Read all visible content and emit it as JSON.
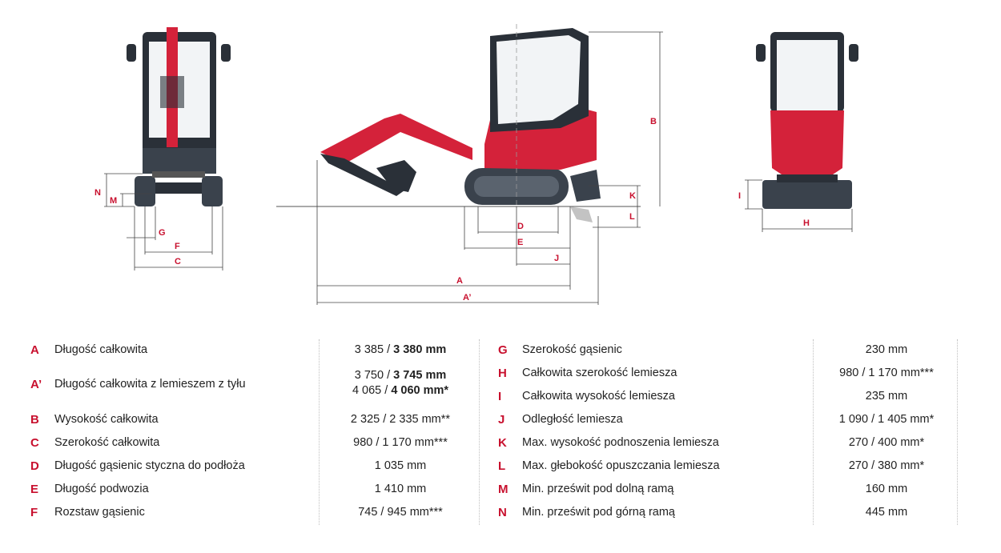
{
  "diagram_labels": {
    "A": "A",
    "A_prime": "A’",
    "B": "B",
    "C": "C",
    "D": "D",
    "E": "E",
    "F": "F",
    "G": "G",
    "H": "H",
    "I": "I",
    "J": "J",
    "K": "K",
    "L": "L",
    "M": "M",
    "N": "N"
  },
  "colors": {
    "accent": "#c8102e",
    "machine_red": "#d4223a",
    "machine_dark": "#2a3038"
  },
  "specs_left": [
    {
      "letter": "A",
      "label": "Długość całkowita",
      "value_normal": "3 385 / ",
      "value_bold": "3 380 mm",
      "value2_normal": "",
      "value2_bold": ""
    },
    {
      "letter": "A’",
      "label": "Długość całkowita z lemieszem z tyłu",
      "value_normal": "3 750 / ",
      "value_bold": "3 745 mm",
      "value2_normal": "4 065 / ",
      "value2_bold": "4 060 mm*"
    },
    {
      "letter": "B",
      "label": "Wysokość całkowita",
      "value_normal": "2 325 / 2 335 mm**",
      "value_bold": "",
      "value2_normal": "",
      "value2_bold": ""
    },
    {
      "letter": "C",
      "label": "Szerokość całkowita",
      "value_normal": "980 / 1 170 mm***",
      "value_bold": "",
      "value2_normal": "",
      "value2_bold": ""
    },
    {
      "letter": "D",
      "label": "Długość gąsienic styczna do podłoża",
      "value_normal": "1 035 mm",
      "value_bold": "",
      "value2_normal": "",
      "value2_bold": ""
    },
    {
      "letter": "E",
      "label": "Długość podwozia",
      "value_normal": "1 410 mm",
      "value_bold": "",
      "value2_normal": "",
      "value2_bold": ""
    },
    {
      "letter": "F",
      "label": "Rozstaw gąsienic",
      "value_normal": "745 / 945 mm***",
      "value_bold": "",
      "value2_normal": "",
      "value2_bold": ""
    }
  ],
  "specs_right": [
    {
      "letter": "G",
      "label": "Szerokość gąsienic",
      "value": "230 mm"
    },
    {
      "letter": "H",
      "label": "Całkowita szerokość lemiesza",
      "value": "980 / 1 170 mm***"
    },
    {
      "letter": "I",
      "label": "Całkowita wysokość lemiesza",
      "value": "235 mm"
    },
    {
      "letter": "J",
      "label": "Odległość lemiesza",
      "value": "1 090 / 1 405 mm*"
    },
    {
      "letter": "K",
      "label": "Max. wysokość podnoszenia lemiesza",
      "value": "270 / 400 mm*"
    },
    {
      "letter": "L",
      "label": "Max. głebokość opuszczania lemiesza",
      "value": "270 / 380 mm*"
    },
    {
      "letter": "M",
      "label": "Min. prześwit pod dolną ramą",
      "value": "160 mm"
    },
    {
      "letter": "N",
      "label": "Min. prześwit pod górną ramą",
      "value": "445 mm"
    }
  ]
}
